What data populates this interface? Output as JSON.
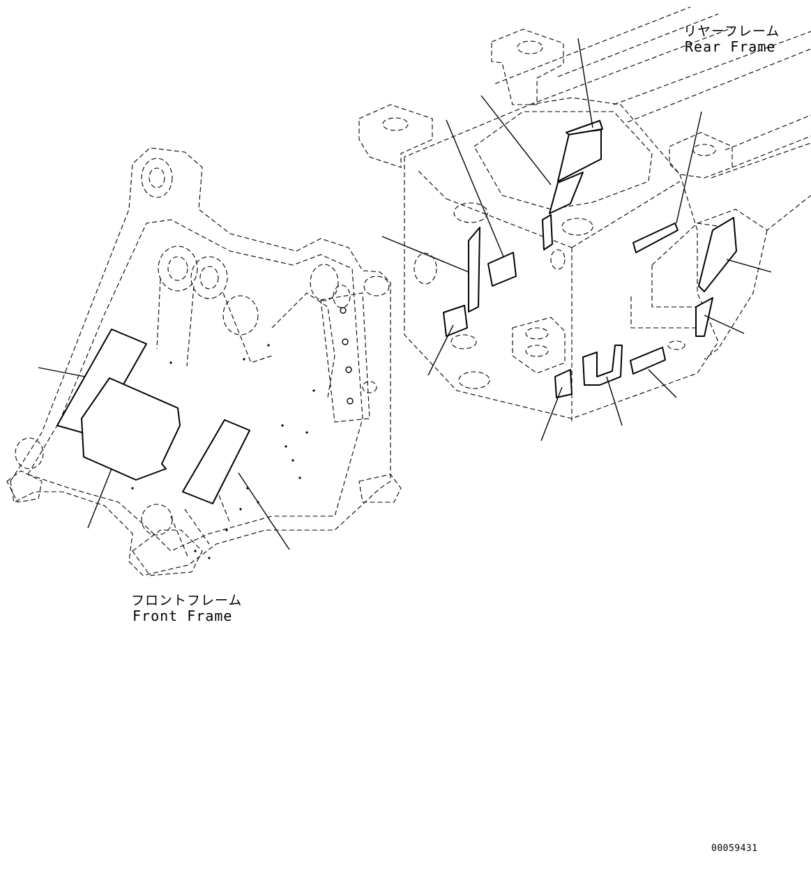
{
  "labels": {
    "rear_frame_jp": "リヤーフレーム",
    "rear_frame_en": "Rear Frame",
    "front_frame_jp": "フロントフレーム",
    "front_frame_en": "Front Frame",
    "drawing_code": "00059431"
  }
}
